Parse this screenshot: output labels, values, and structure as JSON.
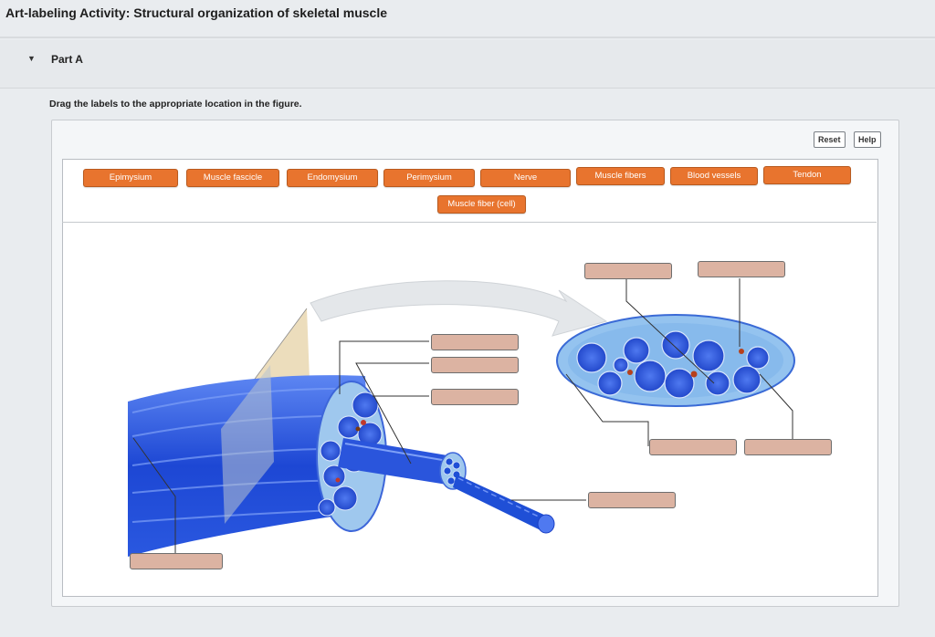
{
  "page": {
    "title": "Art-labeling Activity: Structural organization of skeletal muscle",
    "part_label": "Part A",
    "instructions": "Drag the labels to the appropriate location in the figure."
  },
  "toolbar": {
    "reset_label": "Reset",
    "help_label": "Help"
  },
  "labels": [
    "Epimysium",
    "Muscle fascicle",
    "Endomysium",
    "Perimysium",
    "Nerve",
    "Muscle fibers",
    "Blood vessels",
    "Tendon",
    "Muscle fiber (cell)"
  ],
  "colors": {
    "chip": "#e8742e",
    "target": "#dcb3a2",
    "muscle_blue": "#1f4fd6"
  }
}
